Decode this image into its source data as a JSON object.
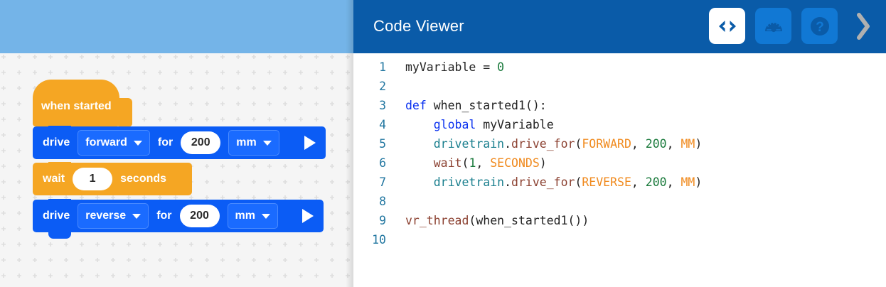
{
  "workspace": {
    "name": "blocks-workspace",
    "background_color": "#f5f5f5",
    "sky_band_color": "#74b4e8",
    "blocks": [
      {
        "id": "hat",
        "kind": "hat",
        "color": "#f5a623",
        "label": "when started"
      },
      {
        "id": "drive-forward",
        "kind": "command",
        "color": "#0b5cf5",
        "verb": "drive",
        "direction": "forward",
        "conjunction": "for",
        "amount": "200",
        "unit": "mm",
        "run_icon": "play-icon"
      },
      {
        "id": "wait",
        "kind": "command",
        "color": "#f5a623",
        "verb": "wait",
        "amount": "1",
        "unit_label": "seconds"
      },
      {
        "id": "drive-reverse",
        "kind": "command",
        "color": "#0b5cf5",
        "verb": "drive",
        "direction": "reverse",
        "conjunction": "for",
        "amount": "200",
        "unit": "mm",
        "run_icon": "play-icon"
      }
    ]
  },
  "code_viewer": {
    "title": "Code Viewer",
    "header_color": "#0a5ba8",
    "actions": [
      {
        "name": "code-view-button",
        "icon": "code-brackets-icon",
        "active": true
      },
      {
        "name": "dashboard-button",
        "icon": "gauge-icon",
        "active": false
      },
      {
        "name": "help-button",
        "icon": "question-mark-icon",
        "active": false
      },
      {
        "name": "collapse-panel-button",
        "icon": "chevron-right-icon",
        "active": false
      }
    ],
    "language": "python",
    "lines": [
      {
        "number": "1",
        "indent_guide": false,
        "tokens": [
          {
            "t": "myVariable = ",
            "c": "plain"
          },
          {
            "t": "0",
            "c": "num"
          }
        ]
      },
      {
        "number": "2",
        "indent_guide": false,
        "tokens": []
      },
      {
        "number": "3",
        "indent_guide": false,
        "tokens": [
          {
            "t": "def",
            "c": "kw"
          },
          {
            "t": " when_started1():",
            "c": "plain"
          }
        ]
      },
      {
        "number": "4",
        "indent_guide": true,
        "tokens": [
          {
            "t": "    ",
            "c": "plain"
          },
          {
            "t": "global",
            "c": "kw"
          },
          {
            "t": " myVariable",
            "c": "plain"
          }
        ]
      },
      {
        "number": "5",
        "indent_guide": true,
        "tokens": [
          {
            "t": "    ",
            "c": "plain"
          },
          {
            "t": "drivetrain",
            "c": "mod"
          },
          {
            "t": ".",
            "c": "plain"
          },
          {
            "t": "drive_for",
            "c": "fn"
          },
          {
            "t": "(",
            "c": "plain"
          },
          {
            "t": "FORWARD",
            "c": "const"
          },
          {
            "t": ", ",
            "c": "plain"
          },
          {
            "t": "200",
            "c": "num"
          },
          {
            "t": ", ",
            "c": "plain"
          },
          {
            "t": "MM",
            "c": "const"
          },
          {
            "t": ")",
            "c": "plain"
          }
        ]
      },
      {
        "number": "6",
        "indent_guide": true,
        "tokens": [
          {
            "t": "    ",
            "c": "plain"
          },
          {
            "t": "wait",
            "c": "fn"
          },
          {
            "t": "(",
            "c": "plain"
          },
          {
            "t": "1",
            "c": "num"
          },
          {
            "t": ", ",
            "c": "plain"
          },
          {
            "t": "SECONDS",
            "c": "const"
          },
          {
            "t": ")",
            "c": "plain"
          }
        ]
      },
      {
        "number": "7",
        "indent_guide": true,
        "tokens": [
          {
            "t": "    ",
            "c": "plain"
          },
          {
            "t": "drivetrain",
            "c": "mod"
          },
          {
            "t": ".",
            "c": "plain"
          },
          {
            "t": "drive_for",
            "c": "fn"
          },
          {
            "t": "(",
            "c": "plain"
          },
          {
            "t": "REVERSE",
            "c": "const"
          },
          {
            "t": ", ",
            "c": "plain"
          },
          {
            "t": "200",
            "c": "num"
          },
          {
            "t": ", ",
            "c": "plain"
          },
          {
            "t": "MM",
            "c": "const"
          },
          {
            "t": ")",
            "c": "plain"
          }
        ]
      },
      {
        "number": "8",
        "indent_guide": true,
        "tokens": []
      },
      {
        "number": "9",
        "indent_guide": false,
        "tokens": [
          {
            "t": "vr_thread",
            "c": "fn"
          },
          {
            "t": "(when_started1())",
            "c": "plain"
          }
        ]
      },
      {
        "number": "10",
        "indent_guide": false,
        "tokens": []
      }
    ]
  }
}
